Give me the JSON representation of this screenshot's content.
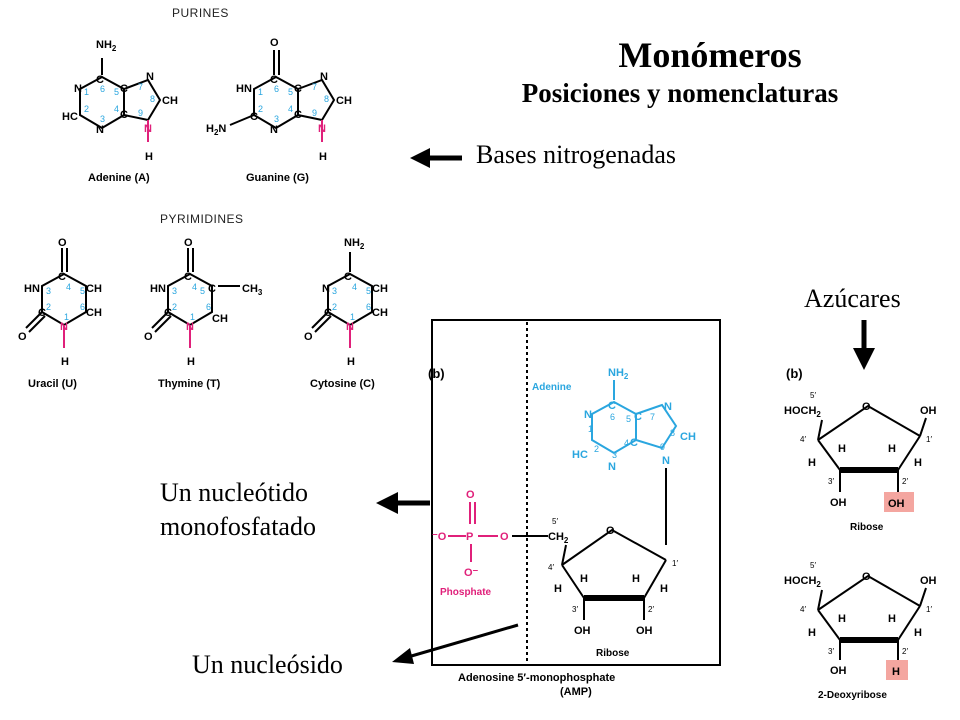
{
  "header": {
    "title": "Monómeros",
    "subtitle": "Posiciones y nomenclaturas"
  },
  "sections": {
    "purines": "PURINES",
    "pyrimidines": "PYRIMIDINES"
  },
  "bases": {
    "adenine": "Adenine (A)",
    "guanine": "Guanine (G)",
    "uracil": "Uracil (U)",
    "thymine": "Thymine (T)",
    "cytosine": "Cytosine (C)"
  },
  "labels": {
    "bases_nitrogenadas": "Bases nitrogenadas",
    "azucares": "Azúcares",
    "nucleotido_line1": "Un nucleótido",
    "nucleotido_line2": "monofosfatado",
    "nucleosido": "Un nucleósido"
  },
  "panels": {
    "b_left": "(b)",
    "b_right": "(b)"
  },
  "amp": {
    "adenine": "Adenine",
    "phosphate": "Phosphate",
    "ribose": "Ribose",
    "caption_line1": "Adenosine 5′-monophosphate",
    "caption_line2": "(AMP)"
  },
  "sugars": {
    "ribose": "Ribose",
    "deoxyribose": "2-Deoxyribose"
  },
  "colors": {
    "cyan": "#2aa6df",
    "magenta": "#e0207a",
    "highlight": "#f4a6a0"
  }
}
